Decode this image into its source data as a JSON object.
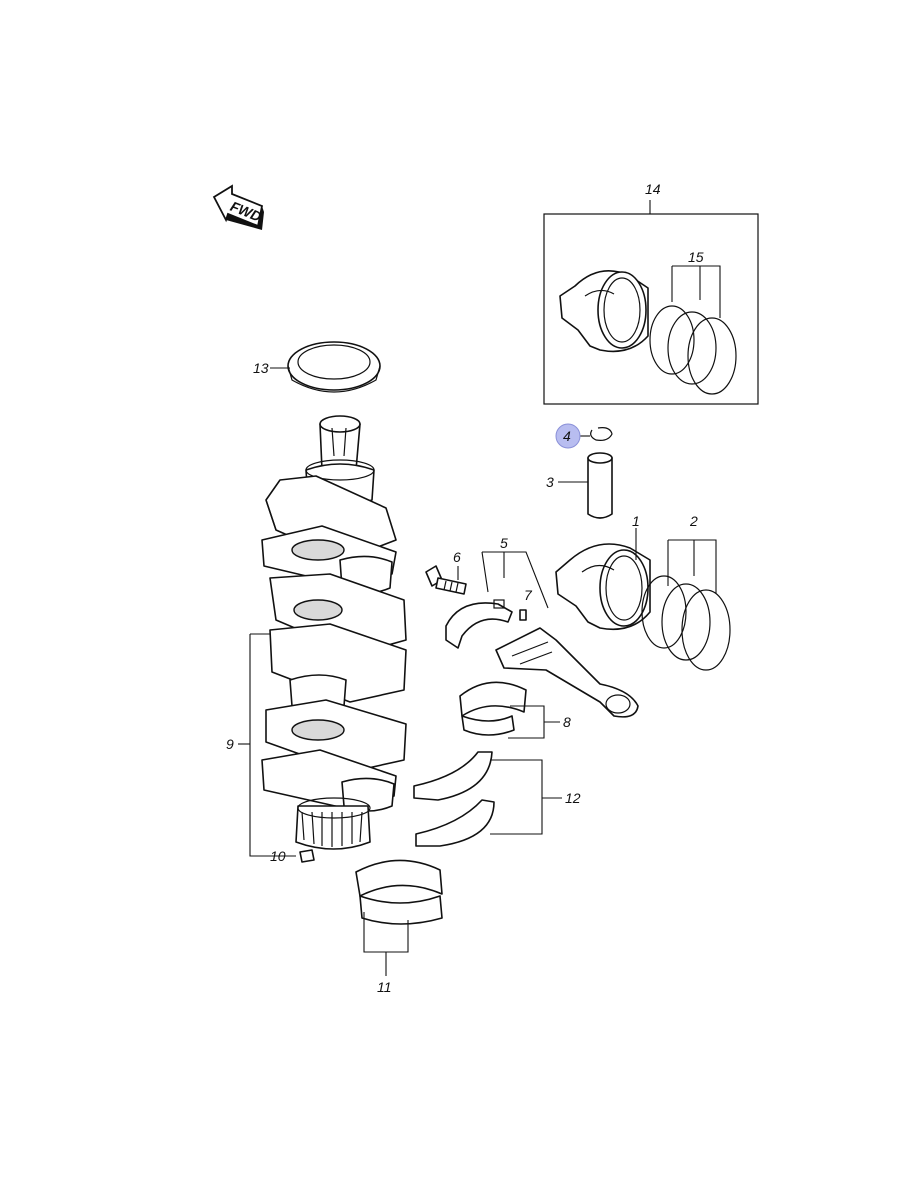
{
  "fwd_label": "FWD",
  "callouts": {
    "c1": "1",
    "c2": "2",
    "c3": "3",
    "c4": "4",
    "c5": "5",
    "c6": "6",
    "c7": "7",
    "c8": "8",
    "c9": "9",
    "c10": "10",
    "c11": "11",
    "c12": "12",
    "c13": "13",
    "c14": "14",
    "c15": "15"
  },
  "highlight_color": "#b8bdf0"
}
